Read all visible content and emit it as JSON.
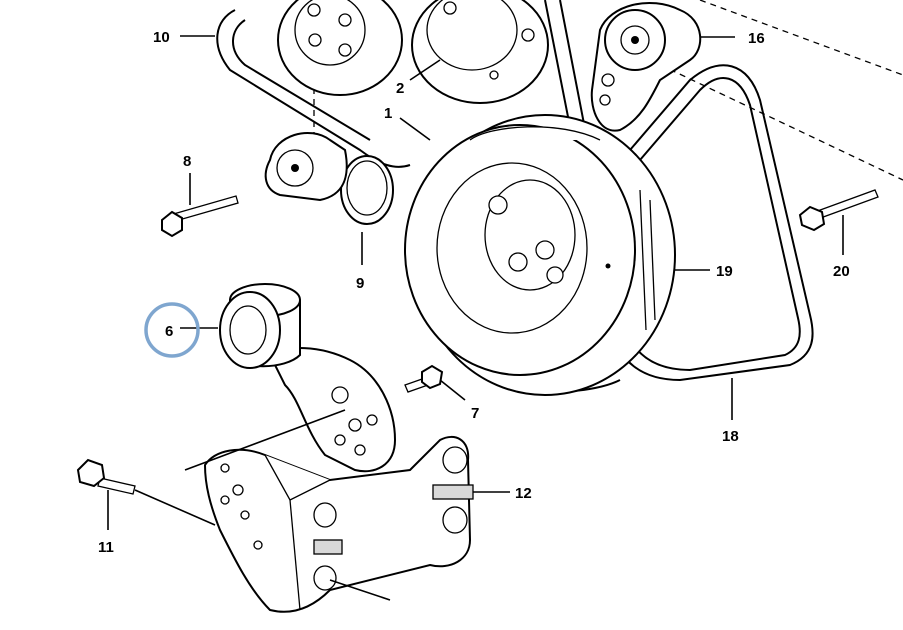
{
  "callouts": {
    "c1": "1",
    "c2": "2",
    "c6": "6",
    "c7": "7",
    "c8": "8",
    "c9": "9",
    "c10": "10",
    "c11": "11",
    "c12": "12",
    "c16": "16",
    "c18": "18",
    "c19": "19",
    "c20": "20"
  },
  "highlighted_callout": "6",
  "colors": {
    "highlight_ring": "#7fa6cf",
    "line": "#000000",
    "background": "#ffffff",
    "shade": "#d9d9d9"
  }
}
